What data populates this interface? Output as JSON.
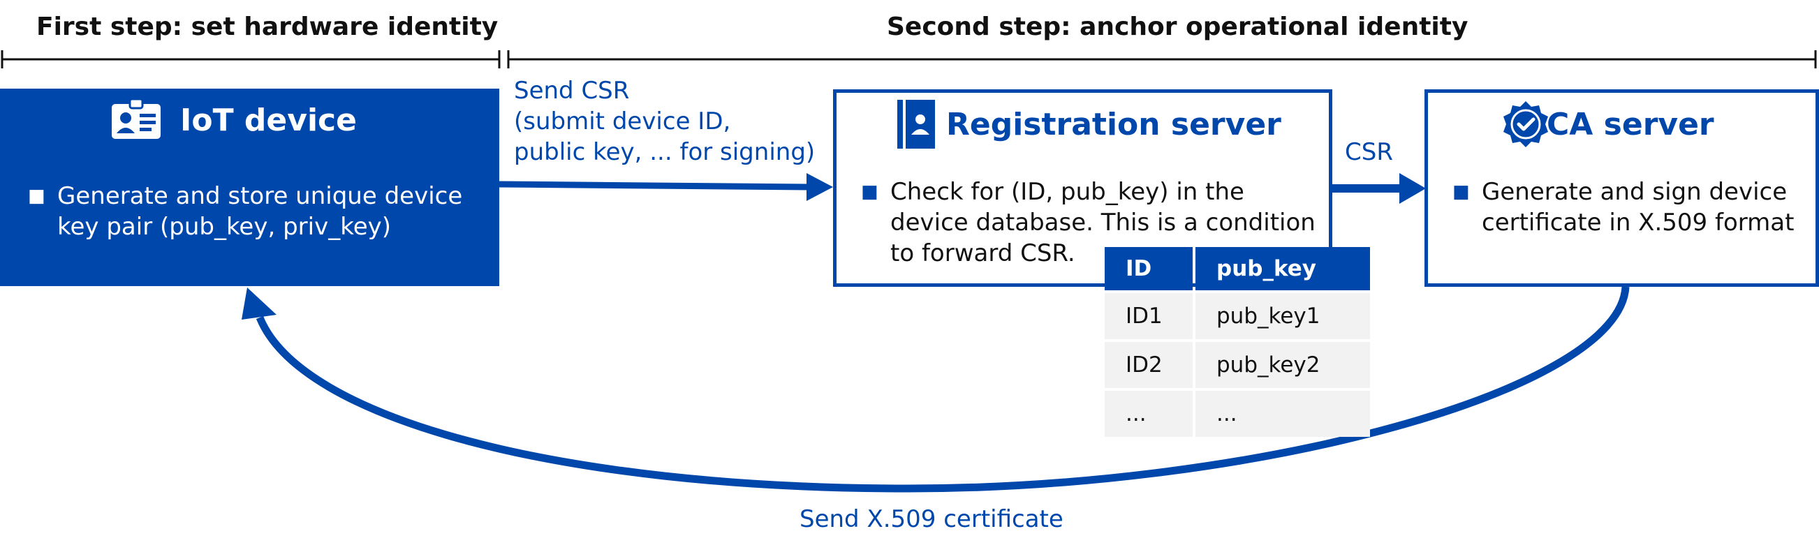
{
  "headers": {
    "step1": "First step: set hardware identity",
    "step2": "Second step: anchor operational identity"
  },
  "iot_device": {
    "title": "IoT device",
    "icon": "id-card-icon",
    "bullet": "Generate and store unique device key pair (pub_key, priv_key)"
  },
  "registration_server": {
    "title": "Registration server",
    "icon": "address-book-icon",
    "bullet": "Check for  (ID, pub_key) in the device database. This is a condition to forward CSR."
  },
  "ca_server": {
    "title": "CA server",
    "icon": "certificate-badge-icon",
    "bullet": "Generate and sign device certificate in X.509 format"
  },
  "arrows": {
    "send_csr": [
      "Send CSR",
      "(submit device ID,",
      "public key, ... for signing)"
    ],
    "csr": "CSR",
    "send_cert": "Send X.509 certificate"
  },
  "device_db": {
    "columns": [
      "ID",
      "pub_key"
    ],
    "rows": [
      [
        "ID1",
        "pub_key1"
      ],
      [
        "ID2",
        "pub_key2"
      ],
      [
        "...",
        "..."
      ]
    ]
  },
  "colors": {
    "accent": "#0047AB",
    "table_cell": "#f2f2f2",
    "text": "#111111"
  }
}
